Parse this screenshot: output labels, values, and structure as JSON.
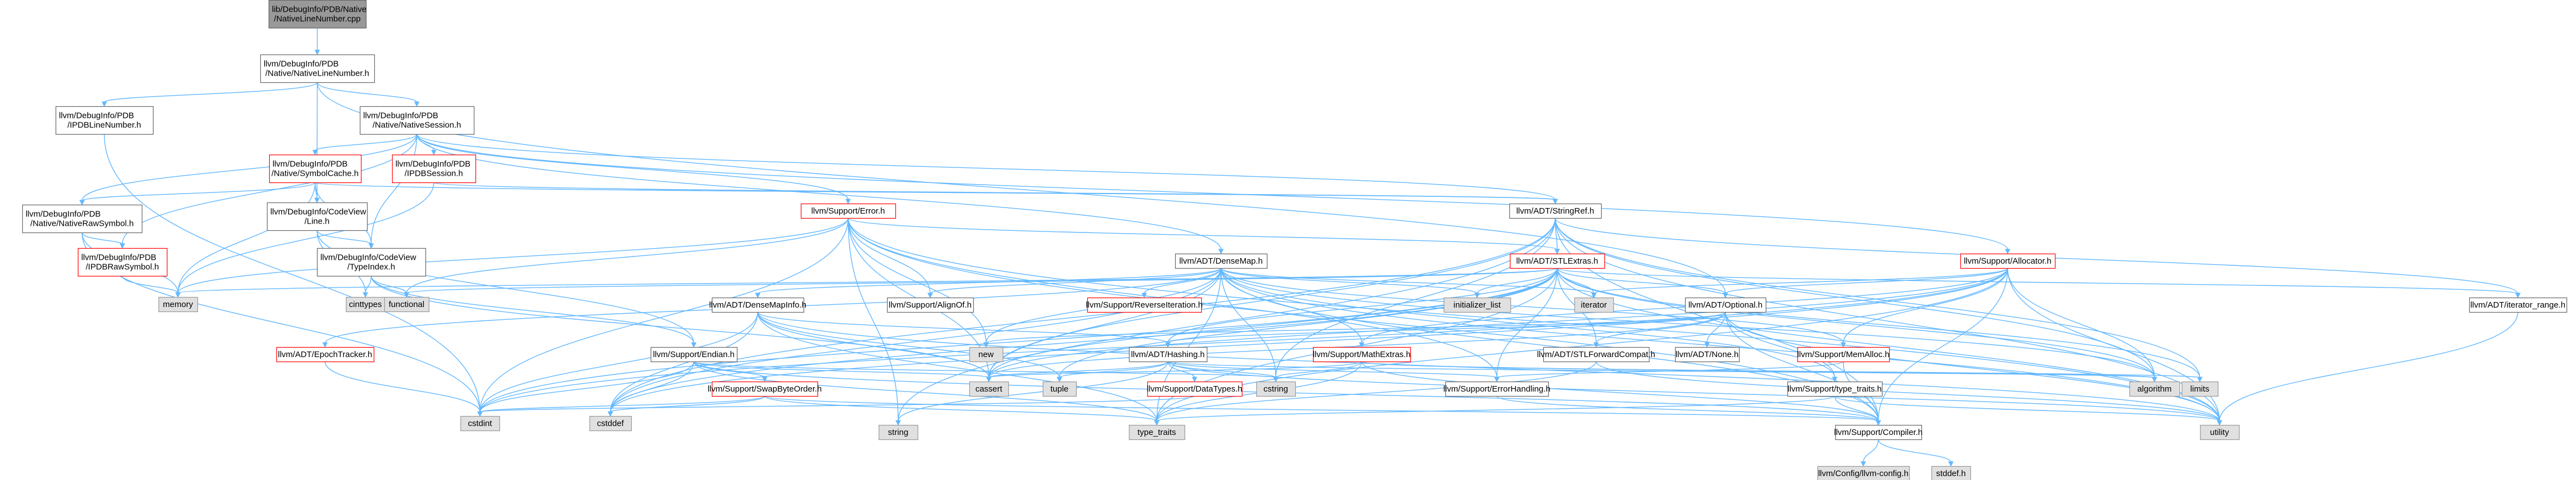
{
  "colors": {
    "edge": "#63b8ff",
    "node_fill": "#ffffff",
    "node_border": "#666666",
    "root_fill": "#999999",
    "root_border": "#666666",
    "system_fill": "#e0e0e0",
    "system_border": "#999999",
    "red_border": "#ff0000",
    "text": "#000000"
  },
  "nodes": [
    {
      "id": "root",
      "style": "root",
      "lines": [
        "lib/DebugInfo/PDB/Native",
        "/NativeLineNumber.cpp"
      ]
    },
    {
      "id": "nln_h",
      "style": "normal",
      "lines": [
        "llvm/DebugInfo/PDB",
        "/Native/NativeLineNumber.h"
      ]
    },
    {
      "id": "ipdbln",
      "style": "normal",
      "lines": [
        "llvm/DebugInfo/PDB",
        "/IPDBLineNumber.h"
      ]
    },
    {
      "id": "nsession",
      "style": "normal",
      "lines": [
        "llvm/DebugInfo/PDB",
        "/Native/NativeSession.h"
      ]
    },
    {
      "id": "symcache",
      "style": "red",
      "lines": [
        "llvm/DebugInfo/PDB",
        "/Native/SymbolCache.h"
      ]
    },
    {
      "id": "ipdbsession",
      "style": "red",
      "lines": [
        "llvm/DebugInfo/PDB",
        "/IPDBSession.h"
      ]
    },
    {
      "id": "nrawsym",
      "style": "normal",
      "lines": [
        "llvm/DebugInfo/PDB",
        "/Native/NativeRawSymbol.h"
      ]
    },
    {
      "id": "cvline",
      "style": "normal",
      "lines": [
        "llvm/DebugInfo/CodeView",
        "/Line.h"
      ]
    },
    {
      "id": "ipdbraw",
      "style": "red",
      "lines": [
        "llvm/DebugInfo/PDB",
        "/IPDBRawSymbol.h"
      ]
    },
    {
      "id": "typeindex",
      "style": "normal",
      "lines": [
        "llvm/DebugInfo/CodeView",
        "/TypeIndex.h"
      ]
    },
    {
      "id": "error",
      "style": "red",
      "lines": [
        "llvm/Support/Error.h"
      ]
    },
    {
      "id": "stringref",
      "style": "normal",
      "lines": [
        "llvm/ADT/StringRef.h"
      ]
    },
    {
      "id": "stlextras",
      "style": "red",
      "lines": [
        "llvm/ADT/STLExtras.h"
      ]
    },
    {
      "id": "densemap",
      "style": "normal",
      "lines": [
        "llvm/ADT/DenseMap.h"
      ]
    },
    {
      "id": "allocator",
      "style": "red",
      "lines": [
        "llvm/Support/Allocator.h"
      ]
    },
    {
      "id": "optional",
      "style": "normal",
      "lines": [
        "llvm/ADT/Optional.h"
      ]
    },
    {
      "id": "iterrange",
      "style": "normal",
      "lines": [
        "llvm/ADT/iterator_range.h"
      ]
    },
    {
      "id": "densemapinfo",
      "style": "normal",
      "lines": [
        "llvm/ADT/DenseMapInfo.h"
      ]
    },
    {
      "id": "alignof",
      "style": "normal",
      "lines": [
        "llvm/Support/AlignOf.h"
      ]
    },
    {
      "id": "reverseiter",
      "style": "red",
      "lines": [
        "llvm/Support/ReverseIteration.h"
      ]
    },
    {
      "id": "epoch",
      "style": "red",
      "lines": [
        "llvm/ADT/EpochTracker.h"
      ]
    },
    {
      "id": "endian",
      "style": "normal",
      "lines": [
        "llvm/Support/Endian.h"
      ]
    },
    {
      "id": "hashing",
      "style": "normal",
      "lines": [
        "llvm/ADT/Hashing.h"
      ]
    },
    {
      "id": "mathextras",
      "style": "red",
      "lines": [
        "llvm/Support/MathExtras.h"
      ]
    },
    {
      "id": "stlfwd",
      "style": "normal",
      "lines": [
        "llvm/ADT/STLForwardCompat.h"
      ]
    },
    {
      "id": "none",
      "style": "normal",
      "lines": [
        "llvm/ADT/None.h"
      ]
    },
    {
      "id": "memalloc",
      "style": "red",
      "lines": [
        "llvm/Support/MemAlloc.h"
      ]
    },
    {
      "id": "swapbyte",
      "style": "red",
      "lines": [
        "llvm/Support/SwapByteOrder.h"
      ]
    },
    {
      "id": "datatypes",
      "style": "red",
      "lines": [
        "llvm/Support/DataTypes.h"
      ]
    },
    {
      "id": "errhandling",
      "style": "normal",
      "lines": [
        "llvm/Support/ErrorHandling.h"
      ]
    },
    {
      "id": "typetraits",
      "style": "normal",
      "lines": [
        "llvm/Support/type_traits.h"
      ]
    },
    {
      "id": "compiler",
      "style": "normal",
      "lines": [
        "llvm/Support/Compiler.h"
      ]
    },
    {
      "id": "llvmconfig",
      "style": "system",
      "lines": [
        "llvm/Config/llvm-config.h"
      ]
    },
    {
      "id": "stddef",
      "style": "system",
      "lines": [
        "stddef.h"
      ]
    },
    {
      "id": "memory",
      "style": "system",
      "lines": [
        "memory"
      ]
    },
    {
      "id": "cinttypes",
      "style": "system",
      "lines": [
        "cinttypes"
      ]
    },
    {
      "id": "functional",
      "style": "system",
      "lines": [
        "functional"
      ]
    },
    {
      "id": "cstdint",
      "style": "system",
      "lines": [
        "cstdint"
      ]
    },
    {
      "id": "cstddef",
      "style": "system",
      "lines": [
        "cstddef"
      ]
    },
    {
      "id": "string",
      "style": "system",
      "lines": [
        "string"
      ]
    },
    {
      "id": "typetraits_sys",
      "style": "system",
      "lines": [
        "type_traits"
      ]
    },
    {
      "id": "cassert",
      "style": "system",
      "lines": [
        "cassert"
      ]
    },
    {
      "id": "new",
      "style": "system",
      "lines": [
        "new"
      ]
    },
    {
      "id": "tuple",
      "style": "system",
      "lines": [
        "tuple"
      ]
    },
    {
      "id": "cstring",
      "style": "system",
      "lines": [
        "cstring"
      ]
    },
    {
      "id": "initlist",
      "style": "system",
      "lines": [
        "initializer_list"
      ]
    },
    {
      "id": "iterator",
      "style": "system",
      "lines": [
        "iterator"
      ]
    },
    {
      "id": "algorithm",
      "style": "system",
      "lines": [
        "algorithm"
      ]
    },
    {
      "id": "limits",
      "style": "system",
      "lines": [
        "limits"
      ]
    },
    {
      "id": "utility",
      "style": "system",
      "lines": [
        "utility"
      ]
    }
  ],
  "edges": [
    [
      "root",
      "nln_h"
    ],
    [
      "nln_h",
      "ipdbln"
    ],
    [
      "nln_h",
      "nsession"
    ],
    [
      "nln_h",
      "cvline"
    ],
    [
      "nln_h",
      "optional"
    ],
    [
      "ipdbln",
      "cstdint"
    ],
    [
      "nsession",
      "symcache"
    ],
    [
      "nsession",
      "ipdbsession"
    ],
    [
      "nsession",
      "nrawsym"
    ],
    [
      "nsession",
      "ipdbraw"
    ],
    [
      "nsession",
      "typeindex"
    ],
    [
      "nsession",
      "error"
    ],
    [
      "nsession",
      "stringref"
    ],
    [
      "nsession",
      "densemap"
    ],
    [
      "nsession",
      "allocator"
    ],
    [
      "symcache",
      "nrawsym"
    ],
    [
      "symcache",
      "cvline"
    ],
    [
      "symcache",
      "typeindex"
    ],
    [
      "symcache",
      "memory"
    ],
    [
      "symcache",
      "stringref"
    ],
    [
      "ipdbsession",
      "memory"
    ],
    [
      "ipdbsession",
      "stringref"
    ],
    [
      "nrawsym",
      "ipdbraw"
    ],
    [
      "nrawsym",
      "cstdint"
    ],
    [
      "nrawsym",
      "memory"
    ],
    [
      "ipdbraw",
      "memory"
    ],
    [
      "cvline",
      "endian"
    ],
    [
      "cvline",
      "cinttypes"
    ],
    [
      "cvline",
      "typeindex"
    ],
    [
      "typeindex",
      "endian"
    ],
    [
      "typeindex",
      "cinttypes"
    ],
    [
      "typeindex",
      "functional"
    ],
    [
      "typeindex",
      "cassert"
    ],
    [
      "error",
      "memory"
    ],
    [
      "error",
      "functional"
    ],
    [
      "error",
      "alignof"
    ],
    [
      "error",
      "stlextras"
    ],
    [
      "error",
      "errhandling"
    ],
    [
      "error",
      "cassert"
    ],
    [
      "error",
      "cstdint"
    ],
    [
      "error",
      "cstdlib"
    ],
    [
      "error",
      "string"
    ],
    [
      "error",
      "type_traits"
    ],
    [
      "error",
      "utility"
    ],
    [
      "error",
      "new"
    ],
    [
      "error",
      "compiler"
    ],
    [
      "stringref",
      "stlextras"
    ],
    [
      "stringref",
      "iterrange"
    ],
    [
      "stringref",
      "compiler"
    ],
    [
      "stringref",
      "algorithm"
    ],
    [
      "stringref",
      "cassert"
    ],
    [
      "stringref",
      "cstddef"
    ],
    [
      "stringref",
      "cstring"
    ],
    [
      "stringref",
      "limits"
    ],
    [
      "stringref",
      "string"
    ],
    [
      "stringref",
      "type_traits"
    ],
    [
      "stringref",
      "utility"
    ],
    [
      "stlextras",
      "stlfwd"
    ],
    [
      "stlextras",
      "iterator"
    ],
    [
      "stlextras",
      "iterrange"
    ],
    [
      "stlextras",
      "errhandling"
    ],
    [
      "stlextras",
      "optional"
    ],
    [
      "stlextras",
      "hashing"
    ],
    [
      "stlextras",
      "algorithm"
    ],
    [
      "stlextras",
      "cassert"
    ],
    [
      "stlextras",
      "cstddef"
    ],
    [
      "stlextras",
      "cstdint"
    ],
    [
      "stlextras",
      "functional"
    ],
    [
      "stlextras",
      "initlist"
    ],
    [
      "stlextras",
      "limits"
    ],
    [
      "stlextras",
      "memory"
    ],
    [
      "stlextras",
      "tuple"
    ],
    [
      "stlextras",
      "typetraits_sys"
    ],
    [
      "stlextras",
      "utility"
    ],
    [
      "densemap",
      "densemapinfo"
    ],
    [
      "densemap",
      "epoch"
    ],
    [
      "densemap",
      "alignof"
    ],
    [
      "densemap",
      "compiler"
    ],
    [
      "densemap",
      "mathextras"
    ],
    [
      "densemap",
      "memalloc"
    ],
    [
      "densemap",
      "reverseiter"
    ],
    [
      "densemap",
      "typetraits"
    ],
    [
      "densemap",
      "algorithm"
    ],
    [
      "densemap",
      "cassert"
    ],
    [
      "densemap",
      "cstddef"
    ],
    [
      "densemap",
      "cstring"
    ],
    [
      "densemap",
      "initlist"
    ],
    [
      "densemap",
      "iterator"
    ],
    [
      "densemap",
      "new"
    ],
    [
      "densemap",
      "typetraits_sys"
    ],
    [
      "densemap",
      "utility"
    ],
    [
      "allocator",
      "optional"
    ],
    [
      "allocator",
      "compiler"
    ],
    [
      "allocator",
      "mathextras"
    ],
    [
      "allocator",
      "memalloc"
    ],
    [
      "allocator",
      "algorithm"
    ],
    [
      "allocator",
      "cassert"
    ],
    [
      "allocator",
      "cstddef"
    ],
    [
      "allocator",
      "cstdint"
    ],
    [
      "allocator",
      "iterator"
    ],
    [
      "allocator",
      "typetraits_sys"
    ],
    [
      "allocator",
      "utility"
    ],
    [
      "optional",
      "none"
    ],
    [
      "optional",
      "stlfwd"
    ],
    [
      "optional",
      "compiler"
    ],
    [
      "optional",
      "typetraits"
    ],
    [
      "optional",
      "cassert"
    ],
    [
      "optional",
      "new"
    ],
    [
      "optional",
      "utility"
    ],
    [
      "optional",
      "hashing"
    ],
    [
      "iterrange",
      "utility"
    ],
    [
      "densemapinfo",
      "hashing"
    ],
    [
      "densemapinfo",
      "cassert"
    ],
    [
      "densemapinfo",
      "cstddef"
    ],
    [
      "densemapinfo",
      "cstdint"
    ],
    [
      "densemapinfo",
      "tuple"
    ],
    [
      "densemapinfo",
      "typetraits_sys"
    ],
    [
      "densemapinfo",
      "utility"
    ],
    [
      "epoch",
      "cstdint"
    ],
    [
      "endian",
      "compiler"
    ],
    [
      "endian",
      "swapbyte"
    ],
    [
      "endian",
      "cassert"
    ],
    [
      "endian",
      "cstddef"
    ],
    [
      "endian",
      "cstdint"
    ],
    [
      "endian",
      "cstring"
    ],
    [
      "endian",
      "typetraits_sys"
    ],
    [
      "hashing",
      "errhandling"
    ],
    [
      "hashing",
      "datatypes"
    ],
    [
      "hashing",
      "algorithm"
    ],
    [
      "hashing",
      "cassert"
    ],
    [
      "hashing",
      "cstring"
    ],
    [
      "hashing",
      "string"
    ],
    [
      "hashing",
      "tuple"
    ],
    [
      "hashing",
      "utility"
    ],
    [
      "mathextras",
      "compiler"
    ],
    [
      "mathextras",
      "cassert"
    ],
    [
      "mathextras",
      "cstring"
    ],
    [
      "mathextras",
      "limits"
    ],
    [
      "mathextras",
      "typetraits_sys"
    ],
    [
      "mathextras",
      "algorithm"
    ],
    [
      "stlfwd",
      "typetraits_sys"
    ],
    [
      "stlfwd",
      "utility"
    ],
    [
      "memalloc",
      "compiler"
    ],
    [
      "memalloc",
      "errhandling"
    ],
    [
      "memalloc",
      "cstdlib"
    ],
    [
      "swapbyte",
      "compiler"
    ],
    [
      "swapbyte",
      "cstddef"
    ],
    [
      "swapbyte",
      "cstdint"
    ],
    [
      "swapbyte",
      "typetraits_sys"
    ],
    [
      "datatypes",
      "cstdint"
    ],
    [
      "errhandling",
      "compiler"
    ],
    [
      "typetraits",
      "compiler"
    ],
    [
      "typetraits",
      "typetraits_sys"
    ],
    [
      "typetraits",
      "utility"
    ],
    [
      "compiler",
      "llvmconfig"
    ],
    [
      "compiler",
      "stddef"
    ]
  ]
}
